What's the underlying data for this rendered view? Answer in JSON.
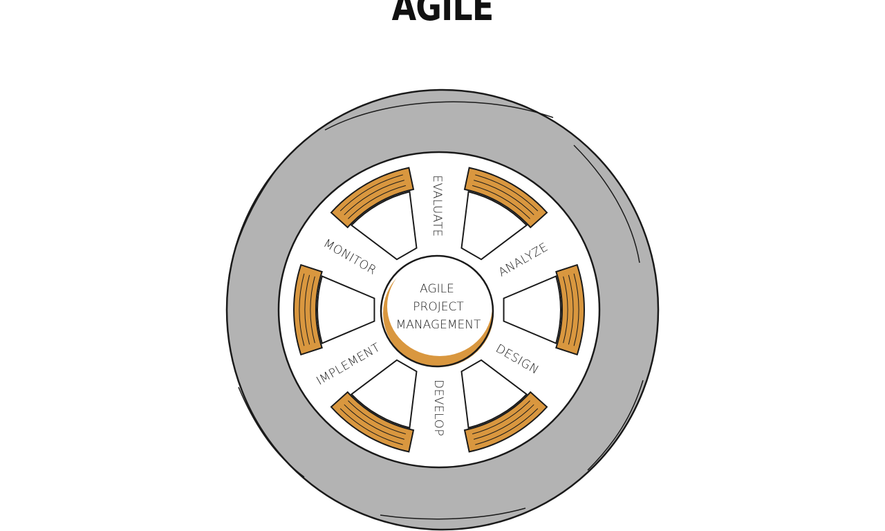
{
  "title": "AGILE",
  "hub": {
    "lines": [
      "AGILE",
      "PROJECT",
      "MANAGEMENT"
    ]
  },
  "spokes": [
    {
      "id": "evaluate",
      "label": "EVALUATE"
    },
    {
      "id": "analyze",
      "label": "ANALYZE"
    },
    {
      "id": "design",
      "label": "DESIGN"
    },
    {
      "id": "develop",
      "label": "DEVELOP"
    },
    {
      "id": "implement",
      "label": "IMPLEMENT"
    },
    {
      "id": "monitor",
      "label": "MONITOR"
    }
  ],
  "colors": {
    "tire": "#b3b3b3",
    "rim": "#d9973f",
    "outline": "#1a1a1a",
    "spoke": "#ffffff"
  }
}
